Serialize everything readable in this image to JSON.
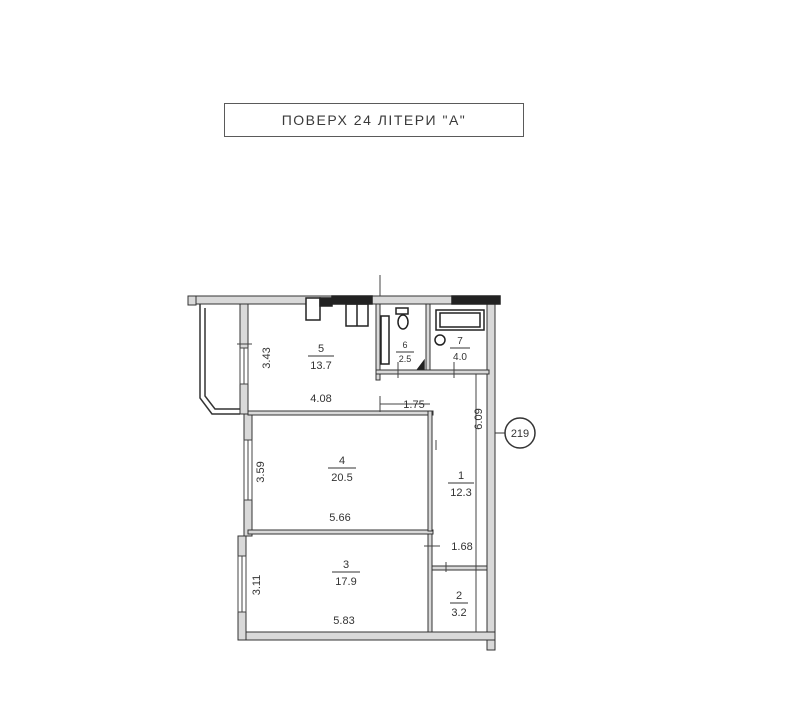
{
  "title": "ПОВЕРХ 24 ЛІТЕРИ \"А\"",
  "apartment_number": "219",
  "rooms": [
    {
      "id": "room-5",
      "number": "5",
      "area": "13.7"
    },
    {
      "id": "room-6",
      "number": "6",
      "area": "2.5"
    },
    {
      "id": "room-7",
      "number": "7",
      "area": "4.0"
    },
    {
      "id": "room-4",
      "number": "4",
      "area": "20.5"
    },
    {
      "id": "room-1",
      "number": "1",
      "area": "12.3"
    },
    {
      "id": "room-3",
      "number": "3",
      "area": "17.9"
    },
    {
      "id": "room-2",
      "number": "2",
      "area": "3.2"
    }
  ],
  "dimensions": {
    "room5_height": "3.43",
    "room5_width": "4.08",
    "corridor_width": "1.75",
    "corridor_length": "6.09",
    "room4_height": "3.59",
    "room4_width": "5.66",
    "room2_width": "1.68",
    "room3_height": "3.11",
    "room3_width": "5.83"
  },
  "colors": {
    "wall_fill": "#d9d9d9",
    "wall_stroke": "#333333",
    "line": "#444444"
  }
}
